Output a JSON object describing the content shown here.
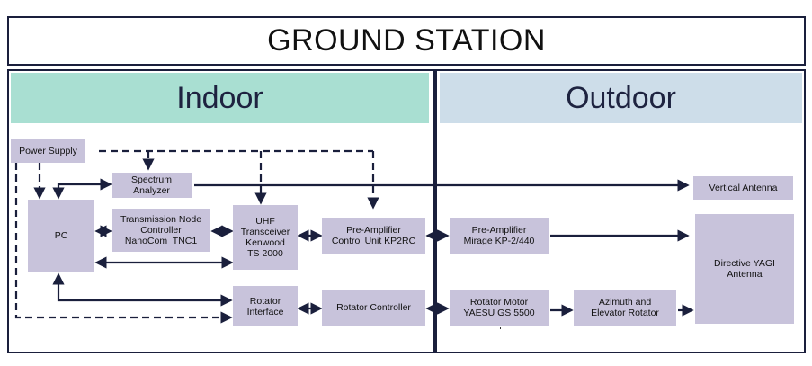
{
  "title": "GROUND STATION",
  "sections": {
    "indoor": "Indoor",
    "outdoor": "Outdoor"
  },
  "colors": {
    "indoor_banner": "#a9dfd2",
    "outdoor_banner": "#cddde9",
    "box_fill": "#c8c3db",
    "line": "#1a1f3c"
  },
  "blocks": {
    "power_supply": [
      "Power Supply"
    ],
    "spectrum_analyzer": [
      "Spectrum",
      "Analyzer"
    ],
    "pc": [
      "PC"
    ],
    "tnc": [
      "Transmission Node",
      "Controller",
      "NanoCom  TNC1"
    ],
    "uhf": [
      "UHF",
      "Transceiver",
      "Kenwood",
      "TS 2000"
    ],
    "preamp_control": [
      "Pre-Amplifier",
      "Control Unit KP2RC"
    ],
    "rotator_interface": [
      "Rotator",
      "Interface"
    ],
    "rotator_controller": [
      "Rotator Controller"
    ],
    "preamp_mirage": [
      "Pre-Amplifier",
      "Mirage KP-2/440"
    ],
    "rotator_motor": [
      "Rotator Motor",
      "YAESU GS 5500"
    ],
    "az_el_rotator": [
      "Azimuth and",
      "Elevator Rotator"
    ],
    "vertical_antenna": [
      "Vertical Antenna"
    ],
    "yagi_antenna": [
      "Directive YAGI",
      "Antenna"
    ]
  }
}
